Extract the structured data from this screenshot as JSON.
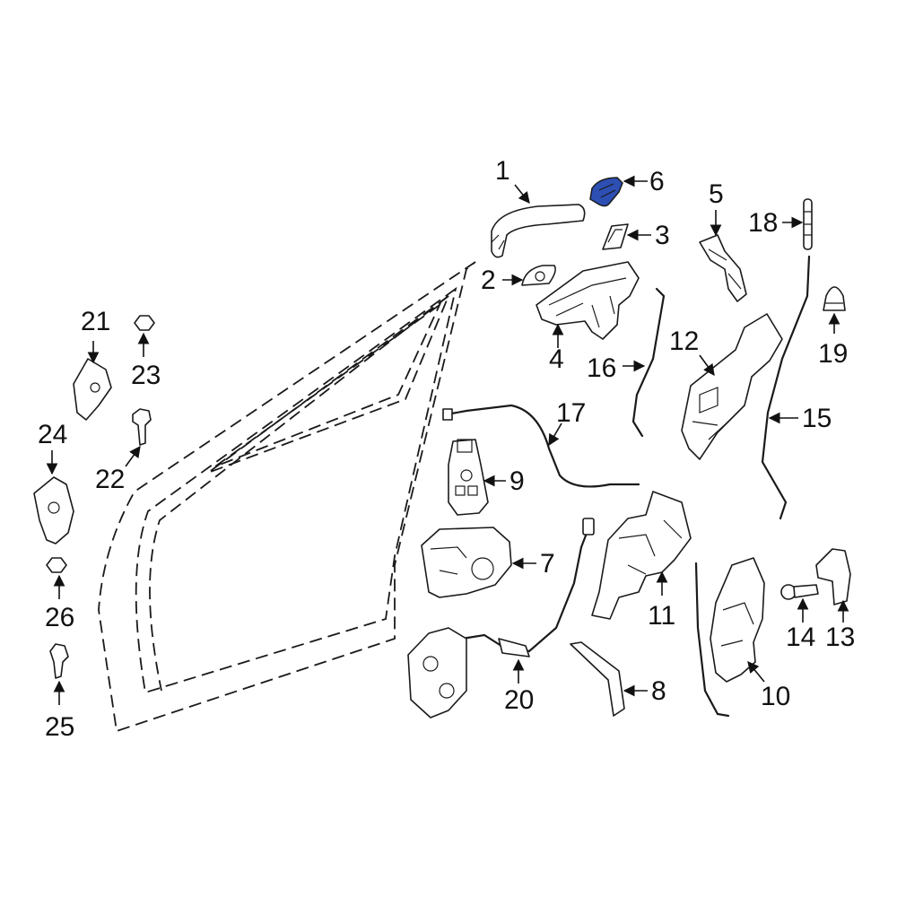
{
  "callouts": {
    "c1": "1",
    "c2": "2",
    "c3": "3",
    "c4": "4",
    "c5": "5",
    "c6": "6",
    "c7": "7",
    "c8": "8",
    "c9": "9",
    "c10": "10",
    "c11": "11",
    "c12": "12",
    "c13": "13",
    "c14": "14",
    "c15": "15",
    "c16": "16",
    "c17": "17",
    "c18": "18",
    "c19": "19",
    "c20": "20",
    "c21": "21",
    "c22": "22",
    "c23": "23",
    "c24": "24",
    "c25": "25",
    "c26": "26"
  },
  "colors": {
    "highlight_part": "#2d4fb3",
    "line": "#1a1a1a",
    "background": "#ffffff"
  },
  "highlighted_part": "6"
}
